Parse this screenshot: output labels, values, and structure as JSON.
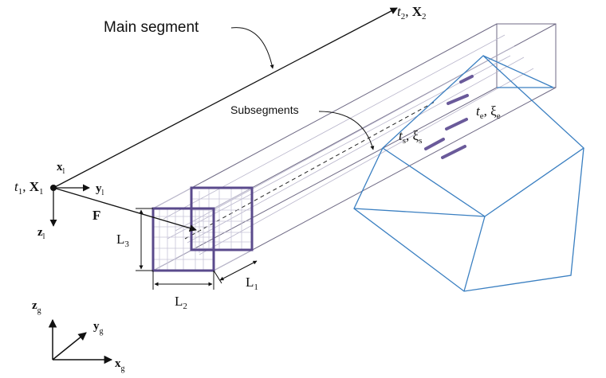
{
  "labels": {
    "main_segment": "Main segment",
    "subsegments": "Subsegments",
    "end_label": {
      "t": "t",
      "t_sub": "2",
      "x": "X",
      "x_sub": "2"
    },
    "start_label": {
      "t": "t",
      "t_sub": "1",
      "x": "X",
      "x_sub": "1"
    },
    "local_axes": {
      "x": "x",
      "x_sub": "l",
      "y": "y",
      "y_sub": "l",
      "z": "z",
      "z_sub": "l"
    },
    "force": "F",
    "dim_L1": {
      "base": "L",
      "sub": "1"
    },
    "dim_L2": {
      "base": "L",
      "sub": "2"
    },
    "dim_L3": {
      "base": "L",
      "sub": "3"
    },
    "sub_start": {
      "t": "t",
      "t_sub": "s",
      "xi": "ξ",
      "xi_sub": "s"
    },
    "sub_end": {
      "t": "t",
      "t_sub": "e",
      "xi": "ξ",
      "xi_sub": "e"
    },
    "global_axes": {
      "x": "x",
      "x_sub": "g",
      "y": "y",
      "y_sub": "g",
      "z": "z",
      "z_sub": "g"
    }
  },
  "colors": {
    "beam": "#6f6a85",
    "inner": "#a8a5bd",
    "box": "#5a4a8c",
    "blue": "#3a7fc1",
    "ink": "#111111",
    "mark": "#6a5a9a"
  }
}
